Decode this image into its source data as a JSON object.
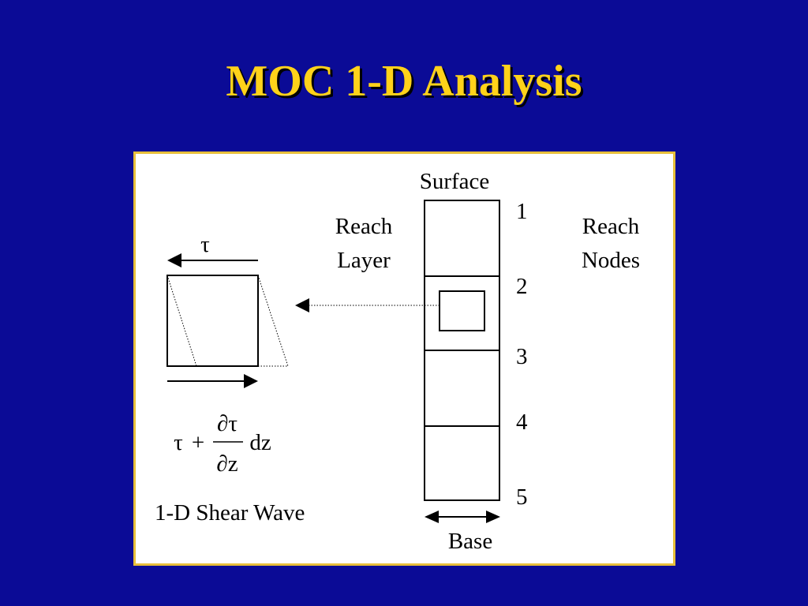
{
  "slide": {
    "title": "MOC 1-D Analysis",
    "colors": {
      "background": "#0b0b96",
      "title": "#ffd21a",
      "panel_border": "#e7bf3a"
    }
  },
  "diagram": {
    "surface_label": "Surface",
    "base_label": "Base",
    "reach_layer": [
      "Reach",
      "Layer"
    ],
    "reach_nodes": [
      "Reach",
      "Nodes"
    ],
    "node_numbers": [
      "1",
      "2",
      "3",
      "4",
      "5"
    ],
    "tau": "τ",
    "formula": {
      "lhs": "τ",
      "plus": "+",
      "numerator": "∂τ",
      "denominator": "∂z",
      "suffix": "dz"
    },
    "caption": "1-D Shear Wave"
  }
}
